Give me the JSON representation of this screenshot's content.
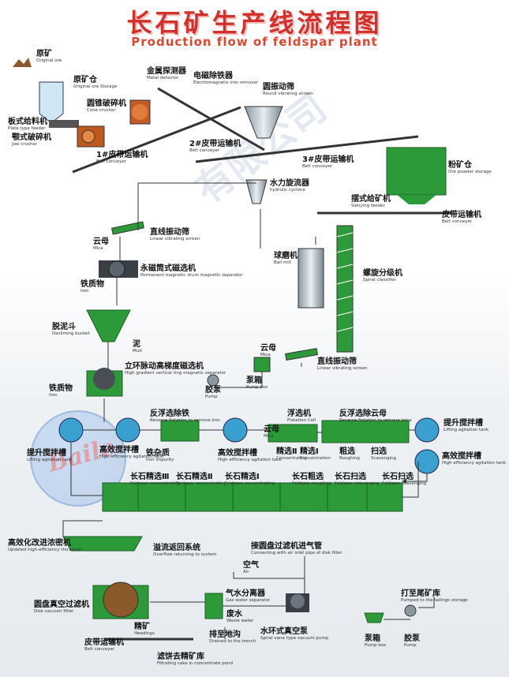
{
  "title": {
    "cn": "长石矿生产线流程图",
    "en": "Production flow of feldspar plant"
  },
  "watermark": "有限公司",
  "logo_text": "Baile",
  "colors": {
    "title": "#d2302a",
    "green": "#2c9a38",
    "blue": "#3aa0cf",
    "line": "#333333",
    "orange": "#d96b2a"
  },
  "labels": [
    {
      "id": "raw-ore",
      "cn": "原矿",
      "en": "Original ore"
    },
    {
      "id": "ore-bin",
      "cn": "原矿仓",
      "en": "Original ore Storage"
    },
    {
      "id": "plate-feeder",
      "cn": "板式给料机",
      "en": "Plate type feeder"
    },
    {
      "id": "jaw-crusher",
      "cn": "颚式破碎机",
      "en": "Jaw crusher"
    },
    {
      "id": "cone-crusher",
      "cn": "圆锥破碎机",
      "en": "Cone crusher"
    },
    {
      "id": "metal-detector",
      "cn": "金属探测器",
      "en": "Metal detector"
    },
    {
      "id": "iron-remover",
      "cn": "电磁除铁器",
      "en": "Electromagnetic iron remover"
    },
    {
      "id": "round-screen",
      "cn": "圆振动筛",
      "en": "Round vibrating screen"
    },
    {
      "id": "belt-1",
      "cn": "1#皮带运输机",
      "en": "Belt conveyer"
    },
    {
      "id": "belt-2",
      "cn": "2#皮带运输机",
      "en": "Belt conveyer"
    },
    {
      "id": "belt-3",
      "cn": "3#皮带运输机",
      "en": "Belt conveyer"
    },
    {
      "id": "powder-storage",
      "cn": "粉矿仓",
      "en": "Ore powder storage"
    },
    {
      "id": "hydrocyclone",
      "cn": "水力旋流器",
      "en": "hydrulic cyclone"
    },
    {
      "id": "swing-feeder",
      "cn": "摆式给矿机",
      "en": "Swnying feeder"
    },
    {
      "id": "belt-conveyer",
      "cn": "皮带运输机",
      "en": "Belt conveyer"
    },
    {
      "id": "linear-screen-1",
      "cn": "直线振动筛",
      "en": "Linear vibrating screen"
    },
    {
      "id": "mica-1",
      "cn": "云母",
      "en": "Mica"
    },
    {
      "id": "drum-separator",
      "cn": "永磁筒式磁选机",
      "en": "Permanent magnetic drum magnetic separator"
    },
    {
      "id": "iron-1",
      "cn": "铁质物",
      "en": "Iron"
    },
    {
      "id": "ball-mill",
      "cn": "球磨机",
      "en": "Ball mill"
    },
    {
      "id": "spiral-classifier",
      "cn": "螺旋分级机",
      "en": "Spiral classifier"
    },
    {
      "id": "desliming",
      "cn": "脱泥斗",
      "en": "Desliming bucket"
    },
    {
      "id": "mud",
      "cn": "泥",
      "en": "Mud"
    },
    {
      "id": "mica-2",
      "cn": "云母",
      "en": "Mica"
    },
    {
      "id": "linear-screen-2",
      "cn": "直线振动筛",
      "en": "Linear vibrating screen"
    },
    {
      "id": "vertical-ring",
      "cn": "立环脉动高梯度磁选机",
      "en": "High gradient vertical ring magnetic separator"
    },
    {
      "id": "iron-2",
      "cn": "铁质物",
      "en": "Iron"
    },
    {
      "id": "slurry-pump-1",
      "cn": "胶泵",
      "en": "Pump"
    },
    {
      "id": "pump-box-1",
      "cn": "泵箱",
      "en": "Pump box"
    },
    {
      "id": "reverse-iron",
      "cn": "反浮选除铁",
      "en": "Reverse flotation to remove iron"
    },
    {
      "id": "flotation-cell",
      "cn": "浮选机",
      "en": "Flotation Cell"
    },
    {
      "id": "reverse-mica",
      "cn": "反浮选除云母",
      "en": "Reverse flotation to remove mica"
    },
    {
      "id": "mica-3",
      "cn": "云母",
      "en": "Mica"
    },
    {
      "id": "concentrating-2",
      "cn": "精选Ⅱ",
      "en": "Concentrating"
    },
    {
      "id": "concentrating-1",
      "cn": "精选Ⅰ",
      "en": "Concentration"
    },
    {
      "id": "roughing",
      "cn": "粗选",
      "en": "Roughing"
    },
    {
      "id": "scavenging",
      "cn": "扫选",
      "en": "Scavenging"
    },
    {
      "id": "lift-tank-left",
      "cn": "提升搅拌槽",
      "en": "Lifting agitation tank"
    },
    {
      "id": "he-tank-1",
      "cn": "高效搅拌槽",
      "en": "High efficiency agitation tank"
    },
    {
      "id": "iron-impurity",
      "cn": "铁杂质",
      "en": "Iron impurity"
    },
    {
      "id": "he-tank-2",
      "cn": "高效搅拌槽",
      "en": "High efficiency agitation tank"
    },
    {
      "id": "lift-tank-right",
      "cn": "提升搅拌槽",
      "en": "Lifting agitation tank"
    },
    {
      "id": "he-tank-3",
      "cn": "高效搅拌槽",
      "en": "High efficiency agitation tank"
    },
    {
      "id": "fc3",
      "cn": "长石精选Ⅲ",
      "en": "Feldspar concentrating"
    },
    {
      "id": "fc2",
      "cn": "长石精选Ⅱ",
      "en": "Feldspar concentrating"
    },
    {
      "id": "fc1",
      "cn": "长石精选Ⅰ",
      "en": "Feldspar concentrating"
    },
    {
      "id": "fr",
      "cn": "长石粗选",
      "en": "Feldspar roughing"
    },
    {
      "id": "fs1",
      "cn": "长石扫选",
      "en": "Feldspar scavenging"
    },
    {
      "id": "fs2",
      "cn": "长石扫选",
      "en": "Feldspar scavenging"
    },
    {
      "id": "thickener",
      "cn": "高效化改进浓密机",
      "en": "Updated high-efficiency thickener"
    },
    {
      "id": "overflow",
      "cn": "溢流返回系统",
      "en": "Overflow returning to system"
    },
    {
      "id": "air-pipe",
      "cn": "接圆盘过滤机进气管",
      "en": "Connecting with air inlet pipe of disk filter"
    },
    {
      "id": "air",
      "cn": "空气",
      "en": "Air"
    },
    {
      "id": "disk-filter",
      "cn": "圆盘真空过滤机",
      "en": "Disk vacuum filter"
    },
    {
      "id": "gw-separator",
      "cn": "气水分离器",
      "en": "Gas water separator"
    },
    {
      "id": "concentrate",
      "cn": "精矿",
      "en": "Headings"
    },
    {
      "id": "waste-water",
      "cn": "废水",
      "en": "Waste water"
    },
    {
      "id": "trench",
      "cn": "排至地沟",
      "en": "Drained to the trench"
    },
    {
      "id": "vacuum-pump",
      "cn": "水环式真空泵",
      "en": "Spiral vane type vacuum pump"
    },
    {
      "id": "to-tailings",
      "cn": "打至尾矿库",
      "en": "Pumped to the tailings storage"
    },
    {
      "id": "pump-box-2",
      "cn": "泵箱",
      "en": "Pump box"
    },
    {
      "id": "slurry-pump-2",
      "cn": "胶泵",
      "en": "Pump"
    },
    {
      "id": "belt-conveyer-2",
      "cn": "皮带运输机",
      "en": "Belt conveyer"
    },
    {
      "id": "filter-cake",
      "cn": "滤饼去精矿库",
      "en": "Filtrating cake in concentrate pond"
    }
  ]
}
